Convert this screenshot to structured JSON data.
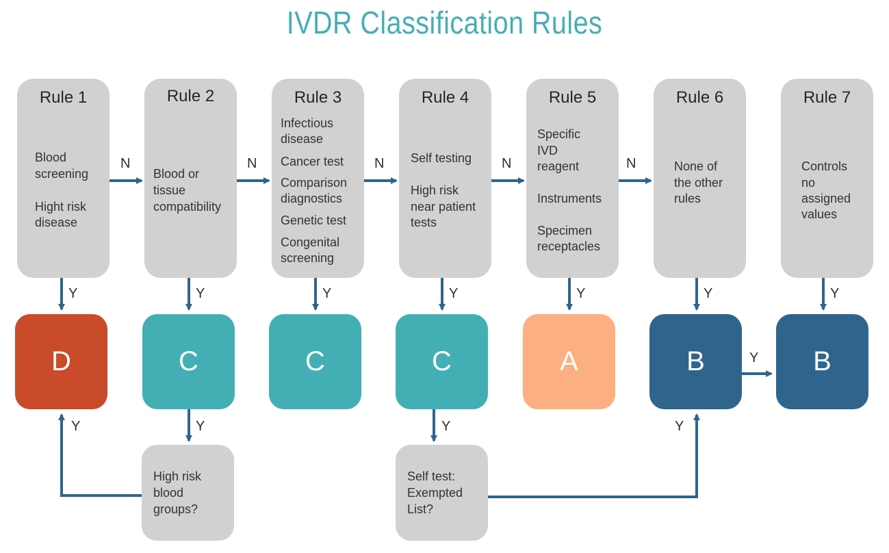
{
  "title": "IVDR Classification Rules",
  "rules": [
    {
      "title": "Rule 1",
      "lines": [
        "Blood",
        "screening",
        "",
        "Hight risk",
        "disease"
      ]
    },
    {
      "title": "Rule 2",
      "lines": [
        "Blood or",
        "tissue",
        "compatibility"
      ]
    },
    {
      "title": "Rule 3",
      "lines": [
        "Infectious",
        "disease",
        "Cancer test",
        "Comparison",
        "diagnostics",
        "Genetic test",
        "Congenital",
        "screening"
      ]
    },
    {
      "title": "Rule 4",
      "lines": [
        "Self testing",
        "",
        "High risk",
        "near patient",
        "tests"
      ]
    },
    {
      "title": "Rule 5",
      "lines": [
        "Specific",
        "IVD",
        "reagent",
        "",
        "Instruments",
        "",
        "Specimen",
        "receptacles"
      ]
    },
    {
      "title": "Rule 6",
      "lines": [
        "None of",
        "the other",
        "rules"
      ]
    },
    {
      "title": "Rule 7",
      "lines": [
        "Controls",
        "no",
        "assigned",
        "values"
      ]
    }
  ],
  "classes": [
    {
      "label": "D",
      "color": "#c94b29"
    },
    {
      "label": "C",
      "color": "#43afb4"
    },
    {
      "label": "C",
      "color": "#43afb4"
    },
    {
      "label": "C",
      "color": "#43afb4"
    },
    {
      "label": "A",
      "color": "#fcaf80"
    },
    {
      "label": "B",
      "color": "#2f658d"
    },
    {
      "label": "B",
      "color": "#2f658d"
    }
  ],
  "questions": {
    "blood_groups": {
      "lines": [
        "High risk",
        "blood",
        "groups?"
      ]
    },
    "self_test": {
      "lines": [
        "Self test:",
        "Exempted",
        "List?"
      ]
    }
  },
  "labels": {
    "no": "N",
    "yes": "Y"
  },
  "colors": {
    "arrow": "#2f658d",
    "box": "#d1d1d1",
    "title": "#47aeb5"
  }
}
